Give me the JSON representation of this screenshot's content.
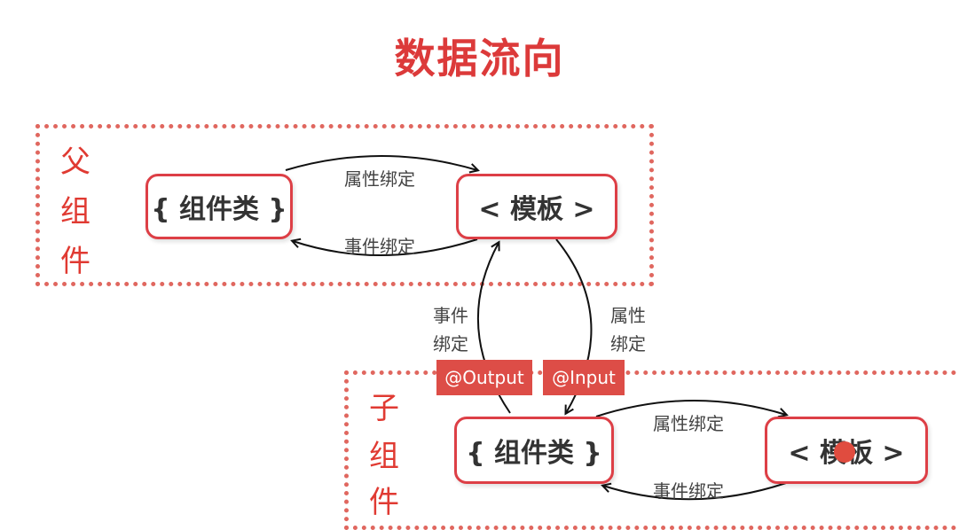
{
  "title": "数据流向",
  "parent": {
    "label": [
      "父",
      "组",
      "件"
    ],
    "class_node": "{ 组件类 }",
    "template_node": "< 模板 >",
    "edge_top": "属性绑定",
    "edge_bottom": "事件绑定"
  },
  "child": {
    "label": [
      "子",
      "组",
      "件"
    ],
    "class_node": "{ 组件类 }",
    "template_node": "< 模板 >",
    "edge_top": "属性绑定",
    "edge_bottom": "事件绑定"
  },
  "cross": {
    "left_label": [
      "事件",
      "绑定"
    ],
    "right_label": [
      "属性",
      "绑定"
    ],
    "output_tag": "@Output",
    "input_tag": "@Input"
  },
  "colors": {
    "accent": "#dd3f46",
    "title": "#dc3a3a",
    "border_dots": "#e0675f"
  }
}
